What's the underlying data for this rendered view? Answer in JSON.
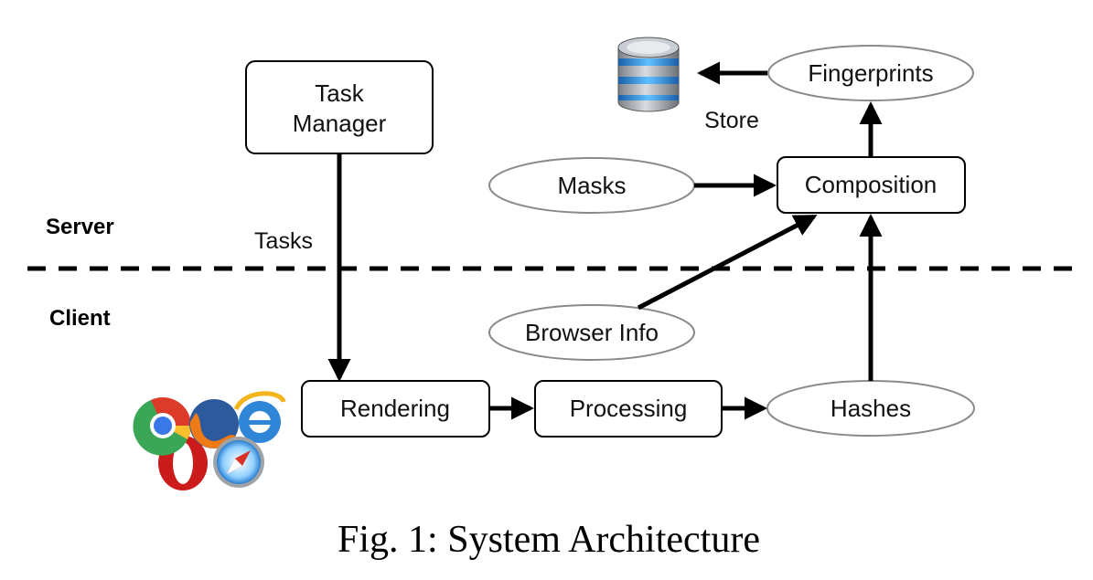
{
  "zones": {
    "server": "Server",
    "client": "Client"
  },
  "nodes": {
    "task_manager": [
      "Task",
      "Manager"
    ],
    "rendering": "Rendering",
    "processing": "Processing",
    "hashes": "Hashes",
    "browser_info": "Browser Info",
    "masks": "Masks",
    "composition": "Composition",
    "fingerprints": "Fingerprints"
  },
  "edge_labels": {
    "tasks": "Tasks",
    "store": "Store"
  },
  "icons": {
    "database": "database-icon",
    "browsers": [
      "chrome-icon",
      "firefox-icon",
      "internet-explorer-icon",
      "opera-icon",
      "safari-icon"
    ]
  },
  "caption": "Fig. 1: System Architecture",
  "colors": {
    "line": "#000000",
    "ellipse_stroke": "#8a8a8a",
    "db_blue": "#2f8fd8"
  }
}
